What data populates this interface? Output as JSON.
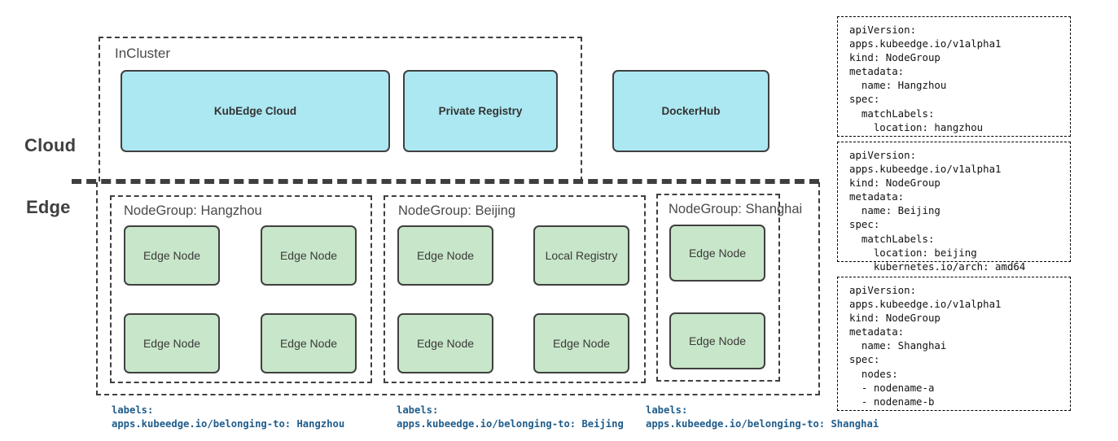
{
  "tiers": {
    "cloud_label": "Cloud",
    "edge_label": "Edge"
  },
  "cloud": {
    "incluster_title": "InCluster",
    "boxes": [
      {
        "label": "KubEdge Cloud",
        "in_cluster": true
      },
      {
        "label": "Private Registry",
        "in_cluster": true
      },
      {
        "label": "DockerHub",
        "in_cluster": false
      }
    ]
  },
  "edge": {
    "nodegroups": [
      {
        "title": "NodeGroup: Hangzhou",
        "nodes": [
          "Edge Node",
          "Edge Node",
          "Edge Node",
          "Edge Node"
        ]
      },
      {
        "title": "NodeGroup: Beijing",
        "nodes": [
          "Edge Node",
          "Local Registry",
          "Edge Node",
          "Edge Node"
        ]
      },
      {
        "title": "NodeGroup: Shanghai",
        "nodes": [
          "Edge Node",
          "Edge Node"
        ]
      }
    ]
  },
  "bottom_labels": [
    {
      "line1": "labels:",
      "line2": "apps.kubeedge.io/belonging-to: Hangzhou"
    },
    {
      "line1": "labels:",
      "line2": "apps.kubeedge.io/belonging-to: Beijing"
    },
    {
      "line1": "labels:",
      "line2": "apps.kubeedge.io/belonging-to: Shanghai"
    }
  ],
  "manifests": [
    {
      "name": "hangzhou-nodegroup-manifest",
      "text": "apiVersion:\napps.kubeedge.io/v1alpha1\nkind: NodeGroup\nmetadata:\n  name: Hangzhou\nspec:\n  matchLabels:\n    location: hangzhou"
    },
    {
      "name": "beijing-nodegroup-manifest",
      "text": "apiVersion:\napps.kubeedge.io/v1alpha1\nkind: NodeGroup\nmetadata:\n  name: Beijing\nspec:\n  matchLabels:\n    location: beijing\n    kubernetes.io/arch: amd64"
    },
    {
      "name": "shanghai-nodegroup-manifest",
      "text": "apiVersion:\napps.kubeedge.io/v1alpha1\nkind: NodeGroup\nmetadata:\n  name: Shanghai\nspec:\n  nodes:\n  - nodename-a\n  - nodename-b"
    }
  ],
  "colors": {
    "cloud_box_fill": "#ACE8F2",
    "edge_node_fill": "#C8E6C9",
    "box_stroke": "#404040",
    "dashed_stroke": "#3F3F3F",
    "label_blue": "#1F5C8B"
  }
}
